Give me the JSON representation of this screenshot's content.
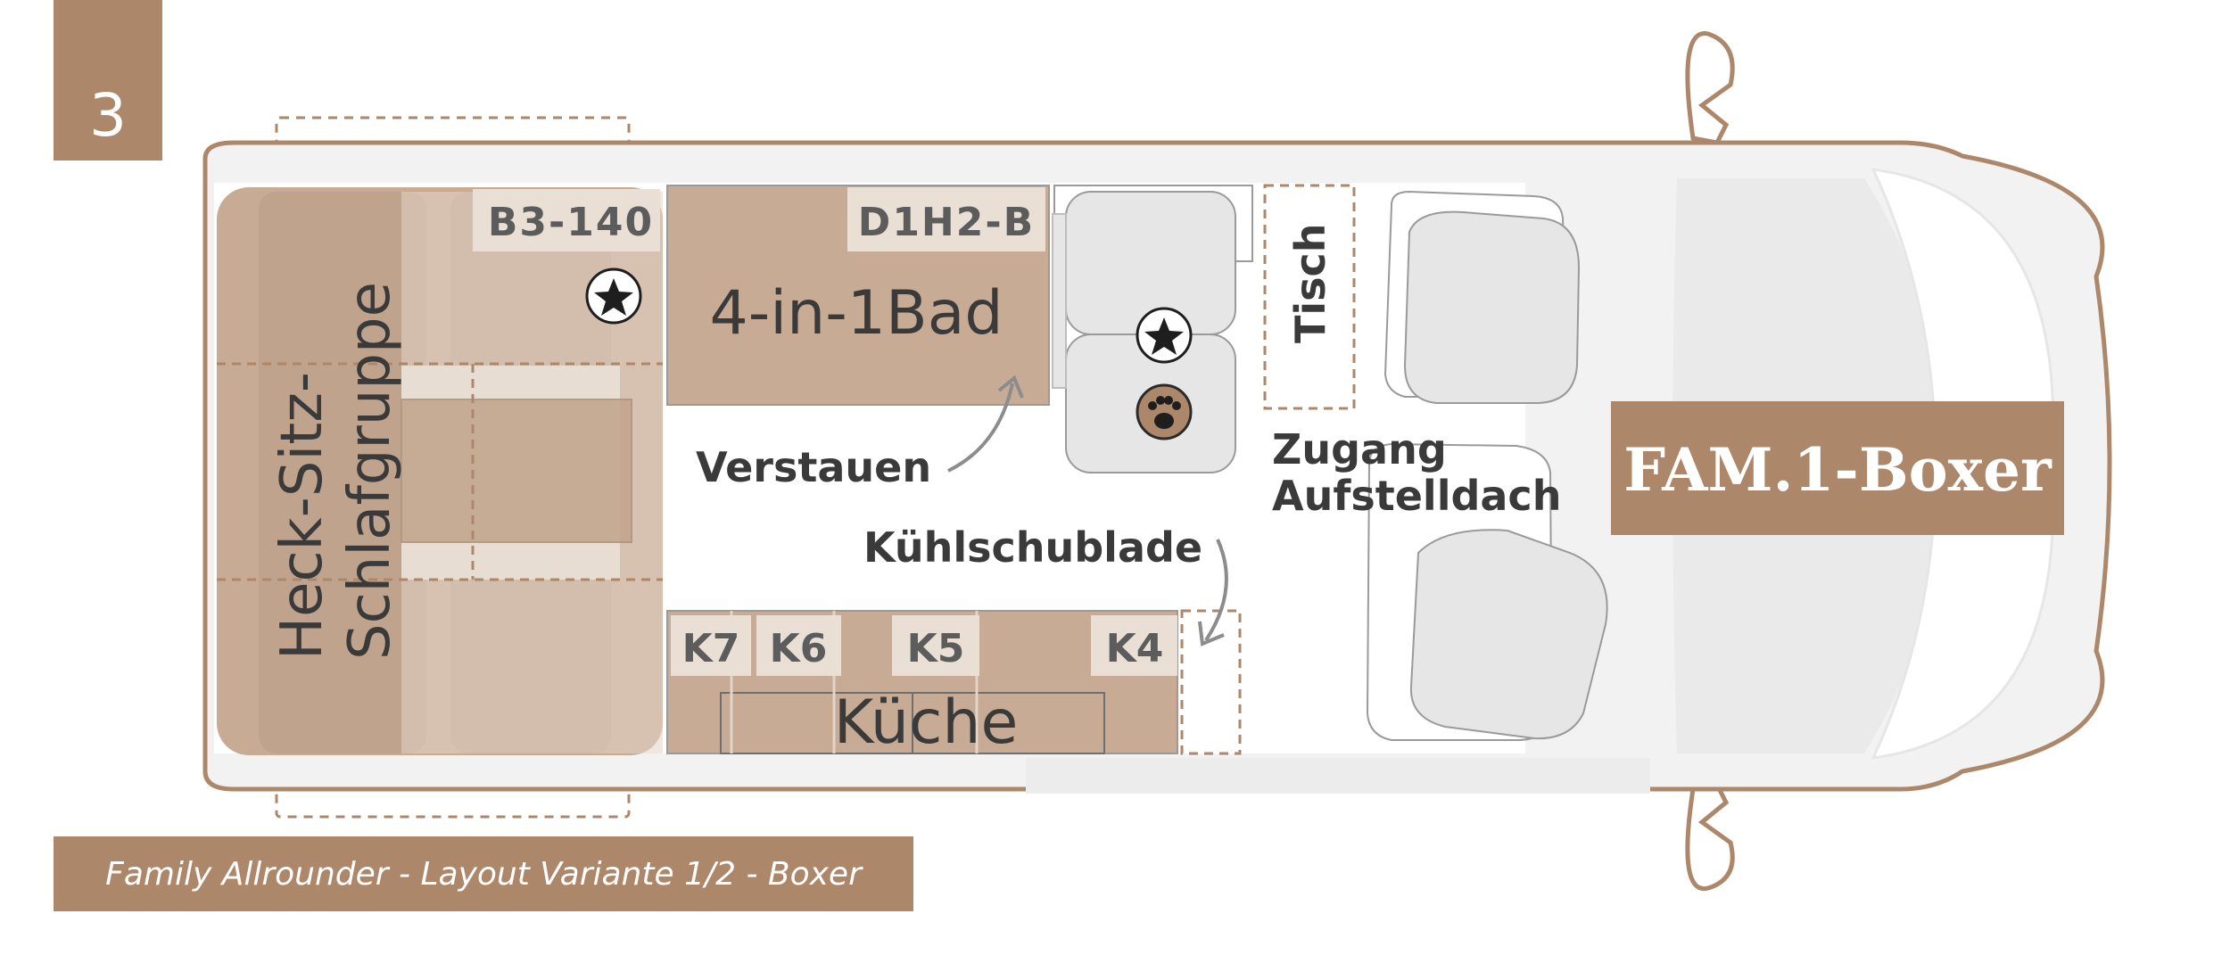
{
  "page_number": "3",
  "model_name": "FAM.1-Boxer",
  "footer": "Family Allrounder - Layout Variante 1/2 - Boxer",
  "zones": {
    "rear_seating": "Heck-Sitz-\nSchlafgruppe",
    "bath": "4-in-1Bad",
    "kitchen": "Küche",
    "table": "Tisch"
  },
  "codes": {
    "rear": "B3-140",
    "bath": "D1H2-B",
    "k7": "K7",
    "k6": "K6",
    "k5": "K5",
    "k4": "K4"
  },
  "annotations": {
    "storage": "Verstauen",
    "fridge_drawer": "Kühlschublade",
    "roof_access": "Zugang\nAufstelldach"
  },
  "icons": [
    "star-icon",
    "paw-icon"
  ],
  "colors": {
    "brand": "#ad876a",
    "furniture": "#c7ab94",
    "furniture_light": "#e3d4c8",
    "code_box": "#eadfd5",
    "body_outline": "#ad876a",
    "body_fill": "#eeeeee",
    "seat_fill": "#e6e6e6",
    "seat_stroke": "#9a9a9a",
    "text_dark": "#3a3a3a",
    "text_code": "#5c5c5c"
  }
}
